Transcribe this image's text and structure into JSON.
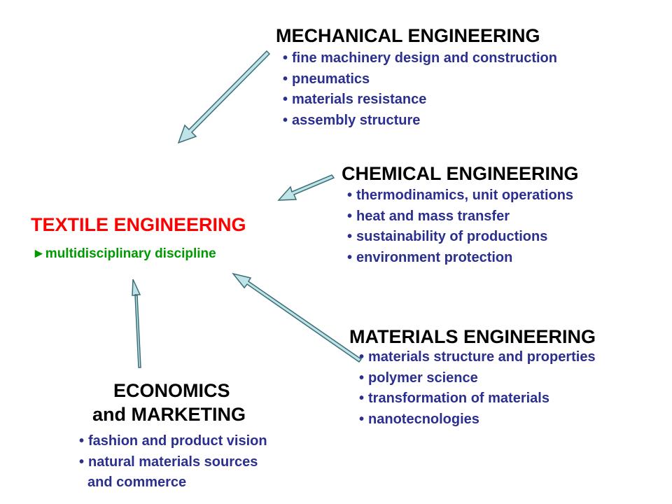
{
  "center": {
    "title": "TEXTILE ENGINEERING",
    "subtitle": "►multidisciplinary discipline"
  },
  "mechanical": {
    "heading": "MECHANICAL  ENGINEERING",
    "items": [
      "fine machinery design and construction",
      "pneumatics",
      "materials resistance",
      "assembly structure"
    ]
  },
  "chemical": {
    "heading": "CHEMICAL ENGINEERING",
    "items": [
      "thermodinamics, unit operations",
      "heat and mass transfer",
      "sustainability of productions",
      "environment protection"
    ]
  },
  "materials": {
    "heading": "MATERIALS ENGINEERING",
    "items": [
      "materials structure and properties",
      "polymer science",
      "transformation of materials",
      "nanotecnologies"
    ]
  },
  "economics": {
    "heading_line1": "ECONOMICS",
    "heading_line2": "and MARKETING",
    "items": [
      "fashion and product vision",
      "natural materials sources",
      "and commerce"
    ]
  },
  "colors": {
    "center_title": "#ff0000",
    "center_subtitle": "#009900",
    "list_text": "#2b2f8f",
    "arrow_fill": "#bfe3e6",
    "arrow_stroke": "#3a6f78"
  },
  "bullet_glyph": "•"
}
